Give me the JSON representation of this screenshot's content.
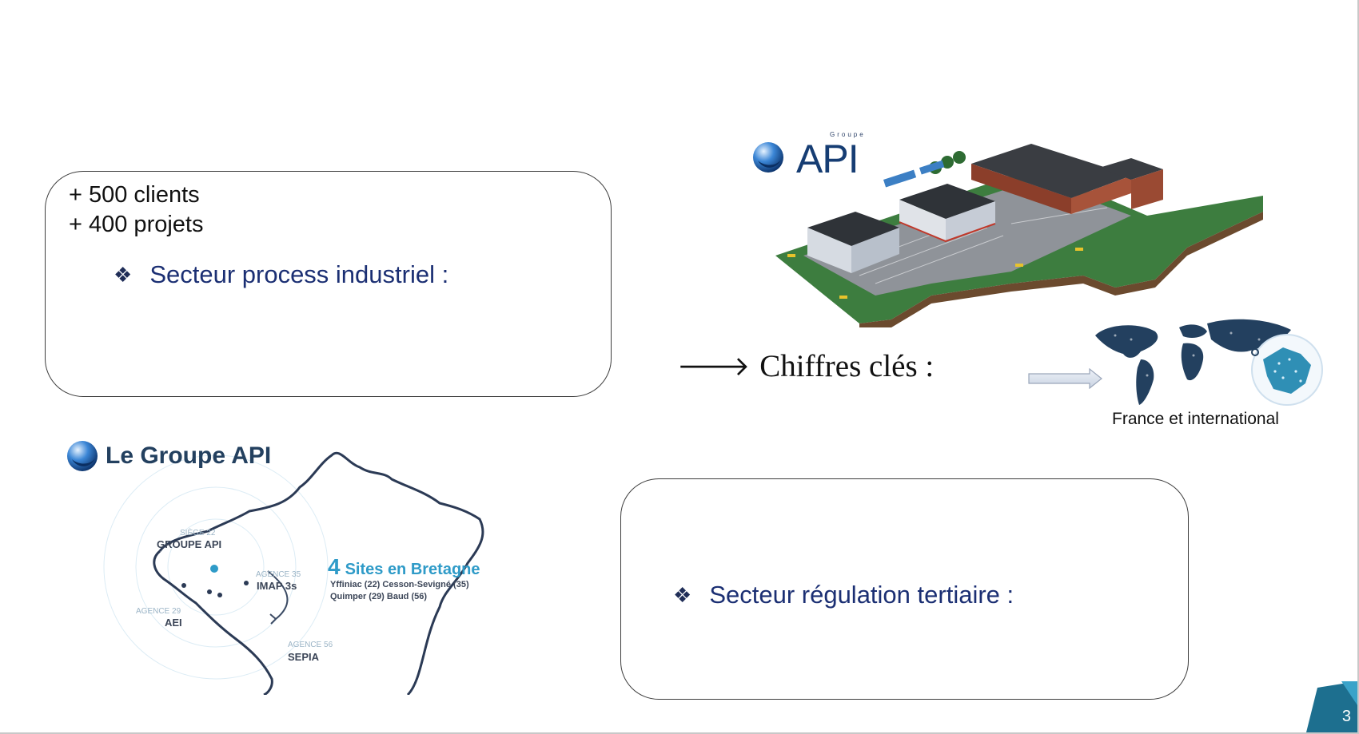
{
  "top_box": {
    "clients": "+ 500 clients",
    "projets": "+ 400 projets",
    "bullet": "❖",
    "sector": "Secteur process industriel :"
  },
  "bottom_box": {
    "bullet": "❖",
    "sector": "Secteur régulation tertiaire :"
  },
  "chiffres": {
    "arrow": "🡒",
    "label": "Chiffres clés :"
  },
  "logo": {
    "small": "Groupe",
    "text": "API"
  },
  "world_map": {
    "caption": "France et international"
  },
  "bretagne_map": {
    "title": "Le Groupe API",
    "count": "4",
    "sites_label": "Sites en Bretagne",
    "cities_line1": "Yffiniac (22) Cesson-Sevigné (35)",
    "cities_line2": "Quimper (29) Baud (56)",
    "siege_small": "SIÈGE 22",
    "siege_name": "GROUPE API",
    "agence35_small": "AGENCE 35",
    "agence35_name": "IMAP 3s",
    "agence29_small": "AGENCE 29",
    "agence29_name": "AEI",
    "agence56_small": "AGENCE 56",
    "agence56_name": "SEPIA"
  },
  "footer": {
    "page_number": "3"
  },
  "colors": {
    "accent_blue": "#1b2f73",
    "corner_teal": "#1d6f8f",
    "map_dark": "#23405f",
    "map_light": "#2f8fb5"
  }
}
